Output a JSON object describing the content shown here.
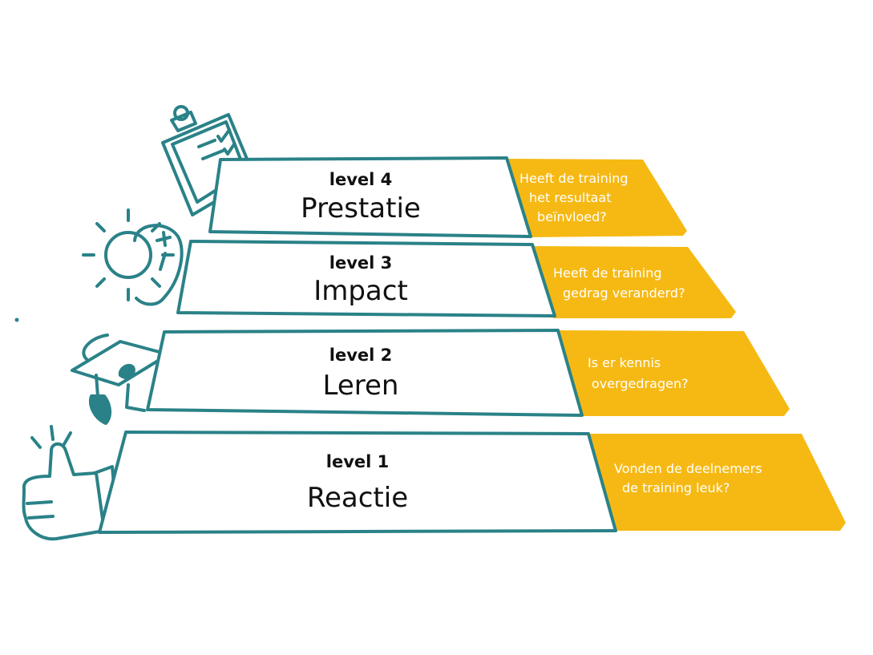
{
  "colors": {
    "teal": "#2a8288",
    "accent": "#f6b914",
    "box_fill": "#ffffff",
    "question_text": "#ffffff"
  },
  "levels": [
    {
      "level_label": "level 4",
      "name": "Prestatie",
      "question_lines": [
        "Heeft de training",
        "het resultaat",
        "beïnvloed?"
      ],
      "icon": "clipboard-icon"
    },
    {
      "level_label": "level 3",
      "name": "Impact",
      "question_lines": [
        "Heeft de training",
        "gedrag veranderd?"
      ],
      "icon": "thinking-head-gear-icon"
    },
    {
      "level_label": "level 2",
      "name": "Leren",
      "question_lines": [
        "Is er kennis",
        "overgedragen?"
      ],
      "icon": "graduation-cap-icon"
    },
    {
      "level_label": "level 1",
      "name": "Reactie",
      "question_lines": [
        "Vonden de deelnemers",
        "de training leuk?"
      ],
      "icon": "thumbs-up-icon"
    }
  ]
}
